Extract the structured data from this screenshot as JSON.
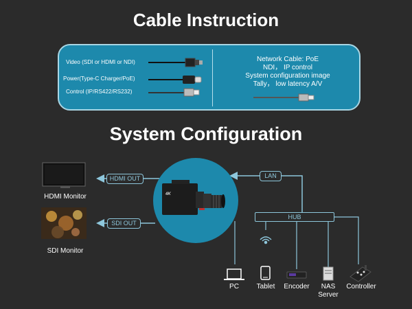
{
  "titles": {
    "cable": "Cable Instruction",
    "system": "System Configuration"
  },
  "cables": [
    {
      "label": "Video (SDI or HDMI or NDI)"
    },
    {
      "label": "Power(Type-C Charger/PoE)"
    },
    {
      "label": "Control (IP/RS422/RS232)"
    }
  ],
  "network": {
    "lines": [
      "Network Cable: PoE",
      "NDI， IP control",
      "System configuration image",
      "Tally， low latency A/V"
    ]
  },
  "badges": {
    "hdmi_out": "HDMI OUT",
    "sdi_out": "SDI OUT",
    "lan": "LAN",
    "hub": "HUB",
    "camera": "4K"
  },
  "devices": {
    "hdmi_monitor": "HDMI Monitor",
    "sdi_monitor": "SDI Monitor",
    "pc": "PC",
    "tablet": "Tablet",
    "encoder": "Encoder",
    "nas": "NAS\nServer",
    "controller": "Controller"
  },
  "colors": {
    "background": "#2b2b2b",
    "panel": "#1d89ac",
    "line": "#8ec7dc"
  }
}
